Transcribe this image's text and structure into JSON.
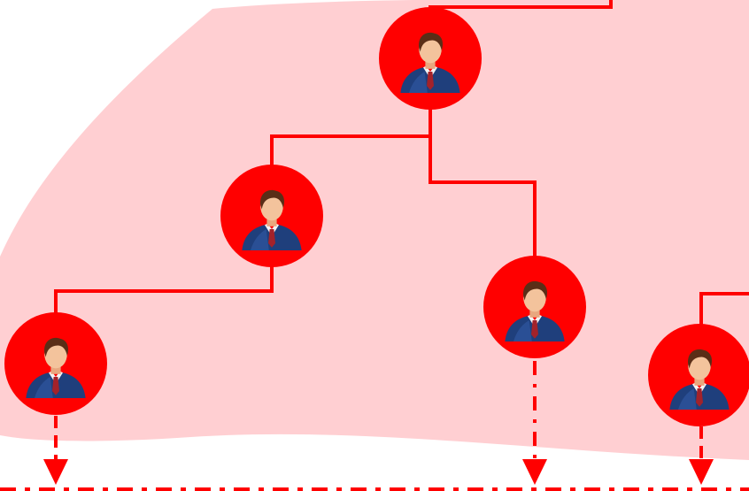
{
  "colors": {
    "background": "#ffffff",
    "region_fill": "#ffcfd2",
    "connector": "#ff0000",
    "node_fill": "#ff0000",
    "suit": "#1f3f7c",
    "skin": "#f3c39c",
    "hair": "#5a2e17",
    "tie": "#a3222a",
    "shirt": "#f4f4f4"
  },
  "nodes": [
    {
      "id": "person-top",
      "icon": "businessman-icon"
    },
    {
      "id": "person-middle-left",
      "icon": "businessman-icon"
    },
    {
      "id": "person-bottom-left",
      "icon": "businessman-icon"
    },
    {
      "id": "person-bottom-middle",
      "icon": "businessman-icon"
    },
    {
      "id": "person-bottom-right",
      "icon": "businessman-icon"
    }
  ],
  "edges": [
    {
      "from": "offscreen-top",
      "to": "person-top",
      "style": "solid"
    },
    {
      "from": "person-top",
      "to": "person-middle-left",
      "style": "solid"
    },
    {
      "from": "person-top",
      "to": "person-bottom-middle",
      "style": "solid"
    },
    {
      "from": "person-middle-left",
      "to": "person-bottom-left",
      "style": "solid"
    },
    {
      "from": "offscreen-right",
      "to": "person-bottom-right",
      "style": "solid"
    },
    {
      "from": "person-bottom-left",
      "to": "below",
      "style": "dashed-arrow"
    },
    {
      "from": "person-bottom-middle",
      "to": "below",
      "style": "dashdot-arrow"
    },
    {
      "from": "person-bottom-right",
      "to": "below",
      "style": "dashed-arrow"
    }
  ],
  "baseline": {
    "style": "dashdot"
  }
}
